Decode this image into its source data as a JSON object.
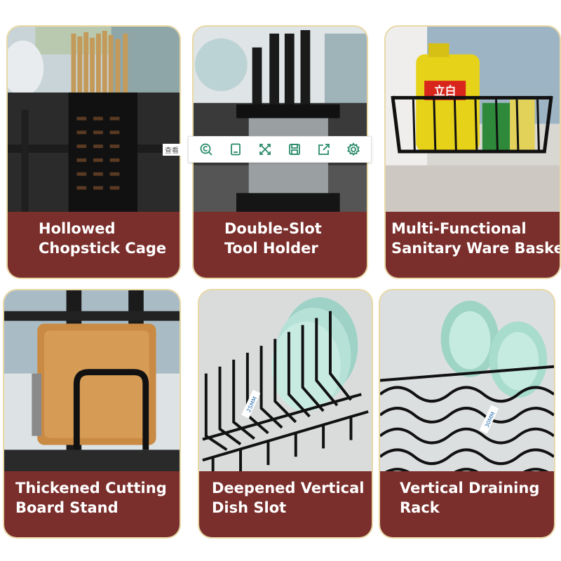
{
  "cards": [
    {
      "line1": "Hollowed",
      "line2": "Chopstick Cage"
    },
    {
      "line1": "Double-Slot",
      "line2": "Tool Holder"
    },
    {
      "line1": "Multi-Functional",
      "line2": "Sanitary Ware Basket"
    },
    {
      "line1": "Thickened Cutting",
      "line2": "Board Stand"
    },
    {
      "line1": "Deepened Vertical",
      "line2": "Dish Slot"
    },
    {
      "line1": "Vertical Draining",
      "line2": "Rack"
    }
  ],
  "photo_labels": {
    "bottle": "立白",
    "dish_gap": "25MM",
    "rack_gap": "30MM"
  },
  "toolbar": {
    "tag": "查看",
    "icons": [
      "search-text-icon",
      "document-icon",
      "expand-icon",
      "save-icon",
      "share-icon",
      "settings-icon"
    ]
  },
  "colors": {
    "caption_bg": "#7a2f2c",
    "card_border": "#e9d8a6",
    "toolbar_icon": "#2a8a6a"
  }
}
